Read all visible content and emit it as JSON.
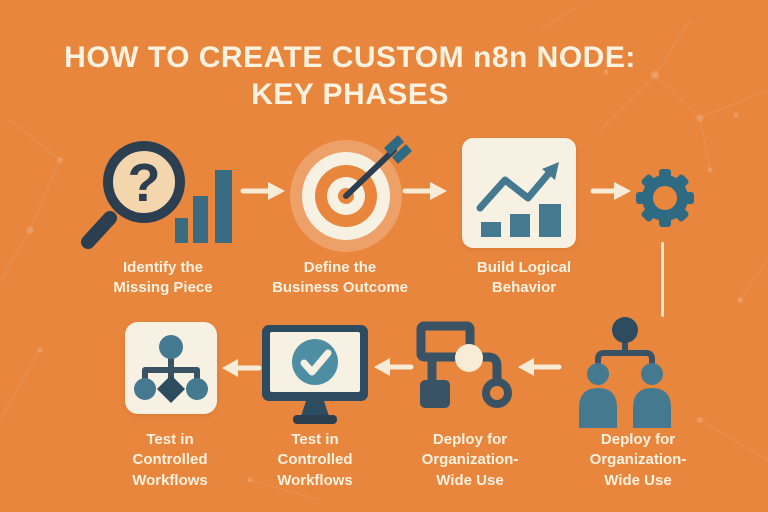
{
  "title": {
    "line1": "HOW TO CREATE CUSTOM n8n NODE:",
    "line2": "KEY PHASES"
  },
  "phases": {
    "top": [
      {
        "label": "Identify the Missing Piece",
        "icon": "magnifier-question-bars-icon"
      },
      {
        "label": "Define the Business Outcome",
        "icon": "target-arrow-icon"
      },
      {
        "label": "Build Logical Behavior",
        "icon": "growth-chart-card-icon"
      },
      {
        "label": "",
        "icon": "gear-icon"
      }
    ],
    "bottom": [
      {
        "label": "Test in Controlled Workflows",
        "icon": "flowchart-tree-card-icon"
      },
      {
        "label": "Test in Controlled Workflows",
        "icon": "monitor-checkmark-icon"
      },
      {
        "label": "Deploy for Organization-Wide Use",
        "icon": "workflow-nodes-icon"
      },
      {
        "label": "Deploy for Organization-Wide Use",
        "icon": "org-chart-people-icon"
      }
    ]
  },
  "question_mark": "?",
  "colors": {
    "bg": "#E8863E",
    "card": "#F7F1E3",
    "cream": "#F8ECD7",
    "text": "#FBF2E0",
    "teal": "#44798F",
    "teallight": "#4E8EA3",
    "tealdark": "#2F6A83",
    "steel": "#3A6B80",
    "slate": "#3A5364",
    "navy": "#2C3F50",
    "navy2": "#2E4C5F",
    "peach": "#F4D6AE"
  }
}
